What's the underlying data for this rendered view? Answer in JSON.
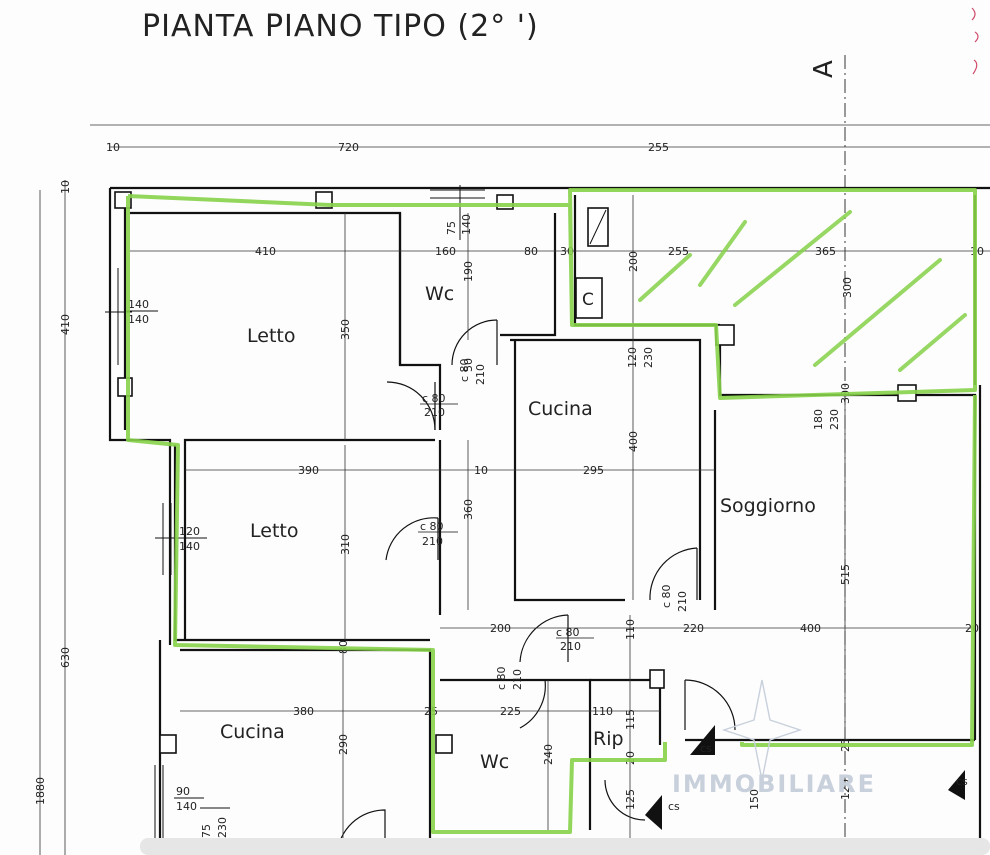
{
  "title": "PIANTA PIANO TIPO (2°         ')",
  "section_marker": "A",
  "watermark": "IMMOBILIARE",
  "colors": {
    "outline": "#86d14a",
    "ink": "#111111",
    "watermark": "#c8d0dc"
  },
  "rooms": {
    "letto_1": "Letto",
    "letto_2": "Letto",
    "cucina_1": "Cucina",
    "cucina_2": "Cucina",
    "wc_1": "Wc",
    "wc_2": "Wc",
    "soggiorno": "Soggiorno",
    "ripostiglio": "Rip",
    "cavedio": "C"
  },
  "dimensions": {
    "top_10": "10",
    "top_720": "720",
    "top_255": "255",
    "d410": "410",
    "d160": "160",
    "d80": "80",
    "d30": "30",
    "d255b": "255",
    "d365": "365",
    "d10r": "10",
    "d390": "390",
    "d10c": "10",
    "d295": "295",
    "d200": "200",
    "d220": "220",
    "d400": "400",
    "d20": "20",
    "d380": "380",
    "d25": "25",
    "d225": "225",
    "d110": "110",
    "v10": "10",
    "v410": "410",
    "v630": "630",
    "v1880": "1880",
    "v350": "350",
    "v190": "190",
    "v200": "200",
    "v300": "300",
    "v300b": "300",
    "v360": "360",
    "v310": "310",
    "v400": "400",
    "v515": "515",
    "v80": "80",
    "v290": "290",
    "v240": "240",
    "v120": "120",
    "v25": "25",
    "v150": "150",
    "v125": "125",
    "v115": "115",
    "v110": "110",
    "v50": "50",
    "v20": "20",
    "win_140_140_a": "140",
    "win_140_140_b": "140",
    "win_120_140_a": "120",
    "win_120_140_b": "140",
    "win_90_140_a": "90",
    "win_90_140_b": "140",
    "win_75_140_a": "75",
    "win_75_140_b": "140",
    "win_120_230_a": "120",
    "win_120_230_b": "230",
    "win_180_230_a": "180",
    "win_180_230_b": "230",
    "win_75_230_a": "75",
    "win_75_230_b": "230",
    "door_c80_210_a_a": "c  80",
    "door_c80_210_a_b": "210",
    "door_c80_210_b_a": "c  80",
    "door_c80_210_b_b": "210",
    "door_c80_210_c_a": "c  80",
    "door_c80_210_c_b": "210",
    "door_c80_210_d_a": "c  80",
    "door_c80_210_d_b": "210",
    "door_c80_210_e_a": "c  80",
    "door_c80_210_e_b": "210",
    "door_c80_210_f_a": "c  80",
    "door_c80_210_f_b": "210",
    "cs_1": "cs",
    "cs_2": "cs",
    "cs_3": "cs"
  }
}
